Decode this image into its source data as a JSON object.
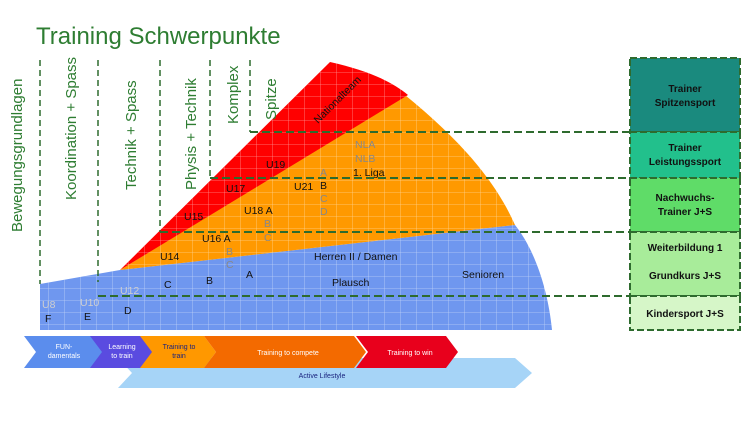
{
  "title": "Training Schwerpunkte",
  "columns": [
    "Bewegungsgrundlagen",
    "Koordination + Spass",
    "Technik + Spass",
    "Physis + Technik",
    "Komplex",
    "Spitze"
  ],
  "red_labels": [
    "Nationalteam",
    "U19",
    "U17",
    "U15"
  ],
  "orange_labels": {
    "nla": "NLA",
    "nlb": "NLB",
    "liga": "1. Liga",
    "u21": "U21",
    "u21_letters": [
      "A",
      "B",
      "C",
      "D"
    ],
    "u18": "U18 A",
    "u18_letters": [
      "B",
      "C"
    ],
    "u16": "U16 A",
    "u16_letters": [
      "B",
      "C"
    ],
    "u14": "U14"
  },
  "blue_labels": {
    "herren": "Herren II / Damen",
    "plausch": "Plausch",
    "senioren": "Senioren",
    "c": "C",
    "b": "B",
    "a": "A",
    "u12": "U12",
    "d": "D",
    "u10": "U10",
    "e": "E",
    "u8": "U8",
    "f": "F"
  },
  "right_boxes": [
    {
      "line1": "Trainer",
      "line2": "Spitzensport",
      "color": "#1a8a7e"
    },
    {
      "line1": "Trainer",
      "line2": "Leistungssport",
      "color": "#22c08c"
    },
    {
      "line1": "Nachwuchs-",
      "line2": "Trainer  J+S",
      "color": "#5fdc68"
    },
    {
      "line1": "Weiterbildung  1",
      "line2": "Grundkurs  J+S",
      "color": "#a8ec9a"
    },
    {
      "line1": "Kindersport  J+S",
      "line2": "",
      "color": "#d6f6c8"
    }
  ],
  "stages": [
    {
      "line1": "FUN-",
      "line2": "damentals",
      "color": "#5b8ded"
    },
    {
      "line1": "Learning",
      "line2": "to train",
      "color": "#5a4be0"
    },
    {
      "line1": "Training to",
      "line2": "train",
      "color": "#ff9800"
    },
    {
      "line1": "Training to compete",
      "line2": "",
      "color": "#f36a00"
    },
    {
      "line1": "Training to win",
      "line2": "",
      "color": "#e8001c"
    }
  ],
  "lifestyle": {
    "label": "Active Lifestyle",
    "color": "#a6d4f7"
  },
  "colors": {
    "blue": "#6f97ef",
    "orange": "#ff9900",
    "red": "#ff0000",
    "green_text": "#2e7d32",
    "dash": "#2e6b2e"
  }
}
